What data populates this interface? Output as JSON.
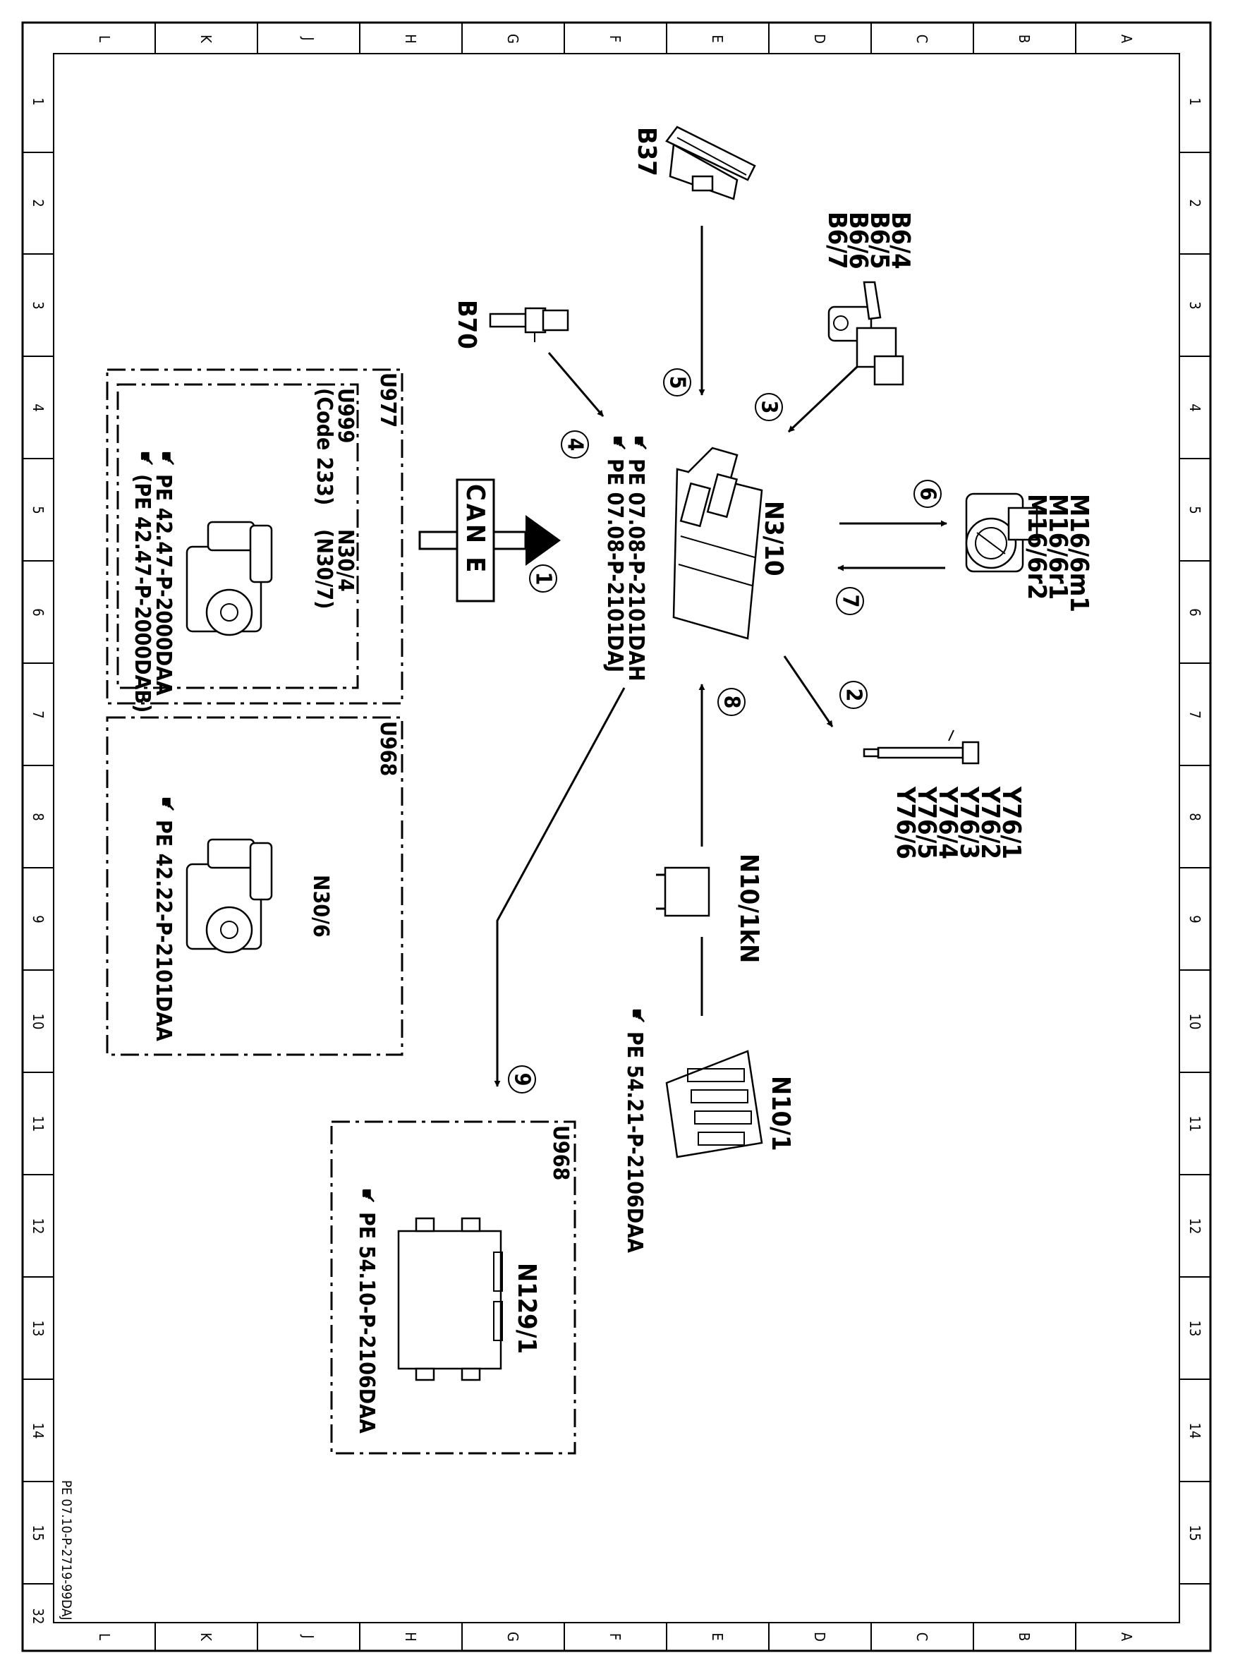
{
  "frame": {
    "rows_top": [
      "L",
      "K",
      "J",
      "H",
      "G",
      "F",
      "E",
      "D",
      "C",
      "B",
      "A"
    ],
    "rows_bottom": [
      "L",
      "K",
      "J",
      "H",
      "G",
      "F",
      "E",
      "D",
      "C",
      "B",
      "A"
    ],
    "cols_left": [
      "1",
      "2",
      "3",
      "4",
      "5",
      "6",
      "7",
      "8",
      "9",
      "10",
      "11",
      "12",
      "13",
      "14",
      "15",
      "32"
    ],
    "cols_right": [
      "1",
      "2",
      "3",
      "4",
      "5",
      "6",
      "7",
      "8",
      "9",
      "10",
      "11",
      "12",
      "13",
      "14",
      "15"
    ]
  },
  "document_code": "PE 07.10-P-2719-99DAJ",
  "components": {
    "b37": "B37",
    "b6": [
      "B6/4",
      "B6/5",
      "B6/6",
      "B6/7"
    ],
    "b70": "B70",
    "n3_10": "N3/10",
    "n3_10_refs": [
      "PE 07.08-P-2101DAH",
      "PE 07.08-P-2101DAJ"
    ],
    "m16": [
      "M16/6m1",
      "M16/6r1",
      "M16/6r2"
    ],
    "y76": [
      "Y76/1",
      "Y76/2",
      "Y76/3",
      "Y76/4",
      "Y76/5",
      "Y76/6"
    ],
    "n10_1kn": "N10/1kN",
    "n10_1": "N10/1",
    "n10_1_ref": "PE 54.21-P-2106DAA",
    "n129_1": "N129/1",
    "n129_1_ref": "PE 54.10-P-2106DAA",
    "bus": "CAN E"
  },
  "boxes": {
    "u977": {
      "label": "U977",
      "inner_label": "U999",
      "code": "(Code 233)",
      "part": "N30/4",
      "part_alt": "(N30/7)",
      "refs": [
        "PE 42.47-P-2000DAA",
        "(PE 42.47-P-2000DAB)"
      ]
    },
    "u968_top": {
      "label": "U968",
      "part": "N30/6",
      "ref": "PE 42.22-P-2101DAA"
    },
    "u968_bottom": {
      "label": "U968"
    }
  },
  "signals": [
    "1",
    "2",
    "3",
    "4",
    "5",
    "6",
    "7",
    "8",
    "9"
  ]
}
